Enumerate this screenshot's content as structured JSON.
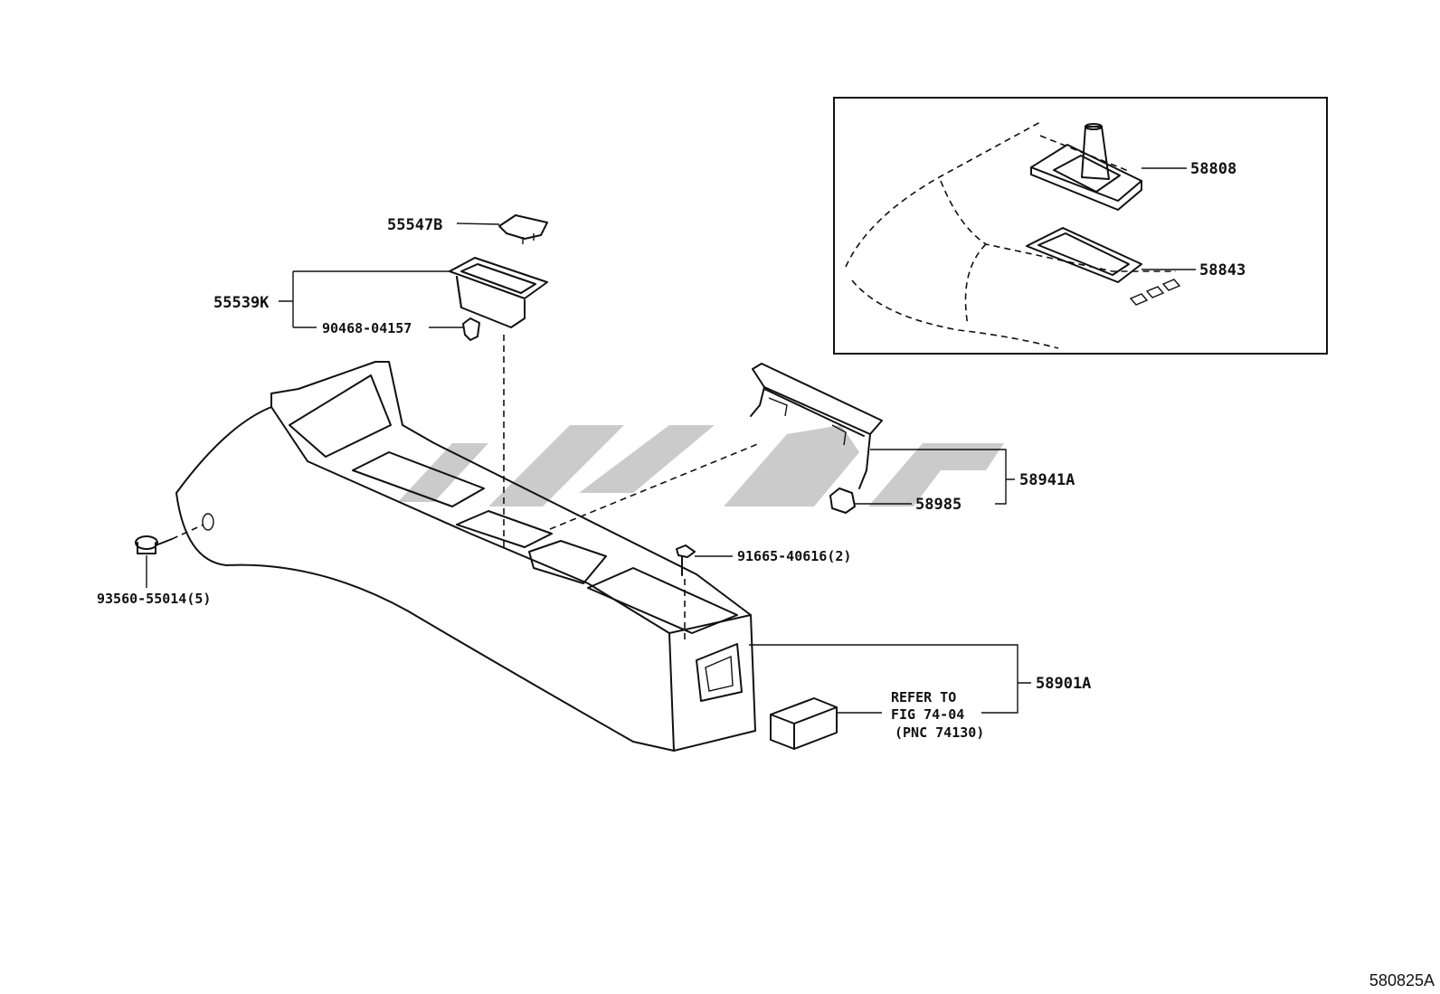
{
  "labels": {
    "p55547b": "55547B",
    "p55539k": "55539K",
    "p90468": "90468-04157",
    "p93560": "93560-55014(5)",
    "p91665": "91665-40616(2)",
    "p58941a": "58941A",
    "p58985": "58985",
    "p58901a": "58901A",
    "p58808": "58808",
    "p58843": "58843",
    "refer1": "REFER TO",
    "refer2": "FIG 74-04",
    "refer3": "(PNC 74130)"
  },
  "doc_id": "580825A",
  "colors": {
    "line": "#111111",
    "watermark": "#b9b9b9",
    "background": "#ffffff"
  }
}
